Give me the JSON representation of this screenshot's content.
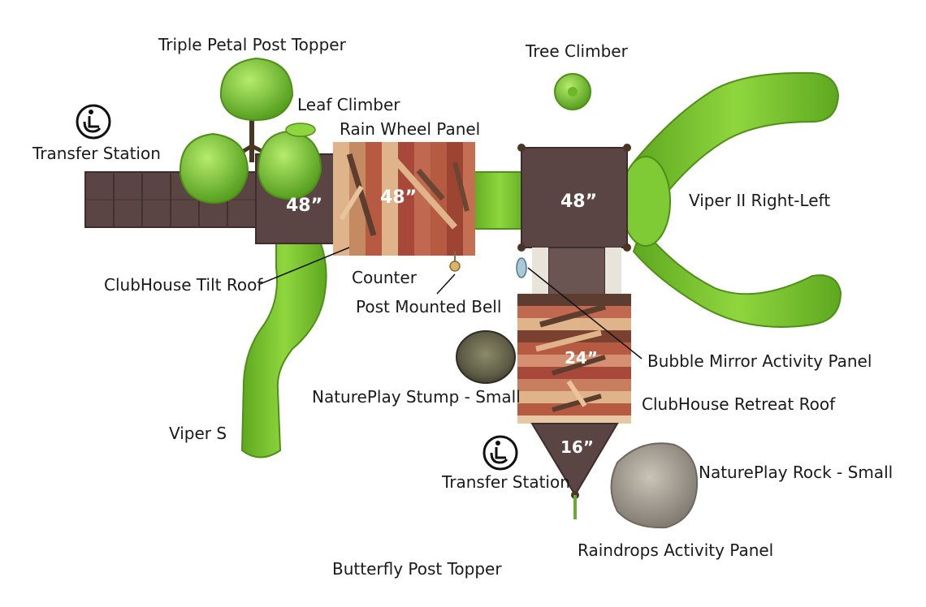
{
  "platform_heights": [
    "48”",
    "48”",
    "48”",
    "24”",
    "16”"
  ],
  "labels": {
    "triple_petal_post_topper": "Triple Petal Post Topper",
    "tree_climber": "Tree Climber",
    "leaf_climber": "Leaf Climber",
    "rain_wheel_panel": "Rain Wheel Panel",
    "transfer_station_top": "Transfer Station",
    "viper_ii_right_left": "Viper II Right-Left",
    "clubhouse_tilt_roof": "ClubHouse Tilt Roof",
    "counter": "Counter",
    "post_mounted_bell": "Post Mounted Bell",
    "bubble_mirror_activity_panel": "Bubble Mirror Activity Panel",
    "natureplay_stump_small": "NaturePlay Stump - Small",
    "clubhouse_retreat_roof": "ClubHouse Retreat Roof",
    "viper_s": "Viper S",
    "transfer_station_bottom": "Transfer Station",
    "natureplay_rock_small": "NaturePlay Rock -  Small",
    "raindrops_activity_panel": "Raindrops Activity Panel",
    "butterfly_post_topper": "Butterfly Post Topper"
  },
  "icons": {
    "accessibility": "accessibility-icon"
  },
  "colors": {
    "slide_green": "#7cc832",
    "deck_brown": "#5a4544",
    "roof_red": "#b65a42",
    "roof_tan": "#e0b48a",
    "stone_gray": "#8e8a82"
  }
}
